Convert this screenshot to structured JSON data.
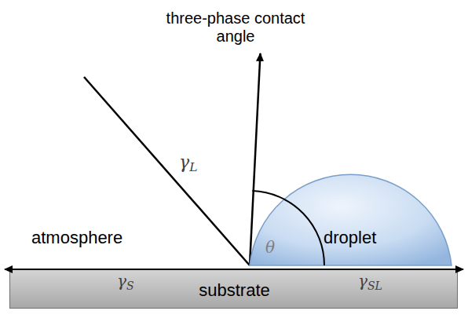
{
  "diagram": {
    "nodes": [
      {
        "text": [
          "θ",
          "droplet"
        ]
      },
      {
        "text": [
          "γS",
          "substrate",
          "γSL"
        ]
      }
    ],
    "labels": [
      "three-phase contact angle",
      "γL",
      "atmosphere"
    ]
  }
}
